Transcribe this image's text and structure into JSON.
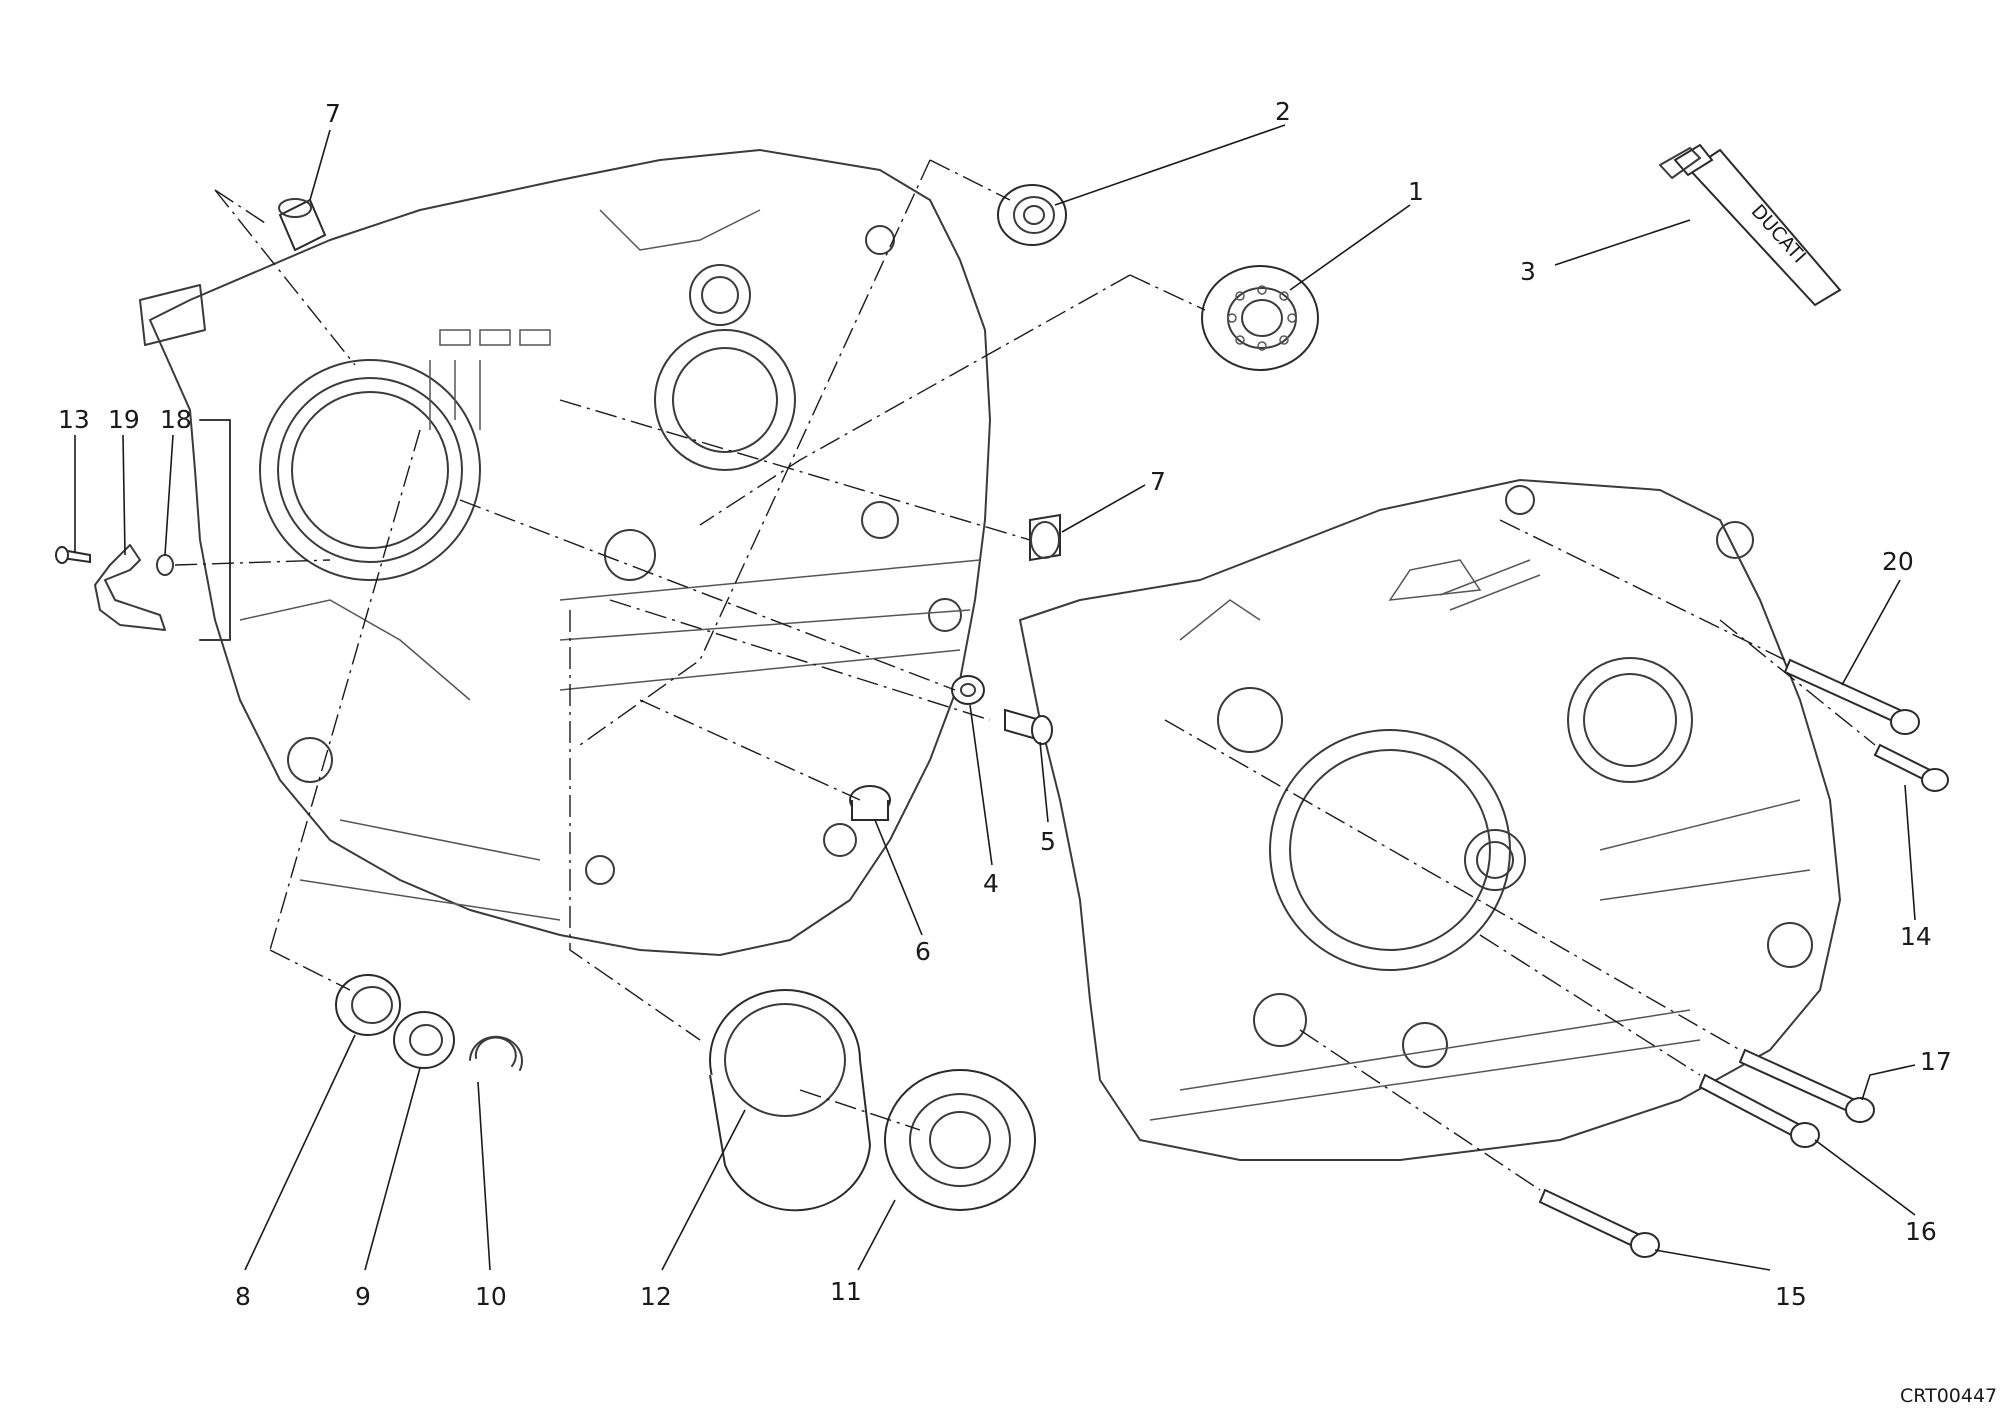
{
  "diagram": {
    "drawing_code": "CRT00447",
    "callouts": [
      {
        "id": "c1",
        "label": "1"
      },
      {
        "id": "c2",
        "label": "2"
      },
      {
        "id": "c3",
        "label": "3"
      },
      {
        "id": "c4",
        "label": "4"
      },
      {
        "id": "c5",
        "label": "5"
      },
      {
        "id": "c6",
        "label": "6"
      },
      {
        "id": "c7a",
        "label": "7"
      },
      {
        "id": "c7b",
        "label": "7"
      },
      {
        "id": "c8",
        "label": "8"
      },
      {
        "id": "c9",
        "label": "9"
      },
      {
        "id": "c10",
        "label": "10"
      },
      {
        "id": "c11",
        "label": "11"
      },
      {
        "id": "c12",
        "label": "12"
      },
      {
        "id": "c13",
        "label": "13"
      },
      {
        "id": "c14",
        "label": "14"
      },
      {
        "id": "c15",
        "label": "15"
      },
      {
        "id": "c16",
        "label": "16"
      },
      {
        "id": "c17",
        "label": "17"
      },
      {
        "id": "c18",
        "label": "18"
      },
      {
        "id": "c19",
        "label": "19"
      },
      {
        "id": "c20",
        "label": "20"
      }
    ],
    "tube_brand": "DUCATI"
  }
}
